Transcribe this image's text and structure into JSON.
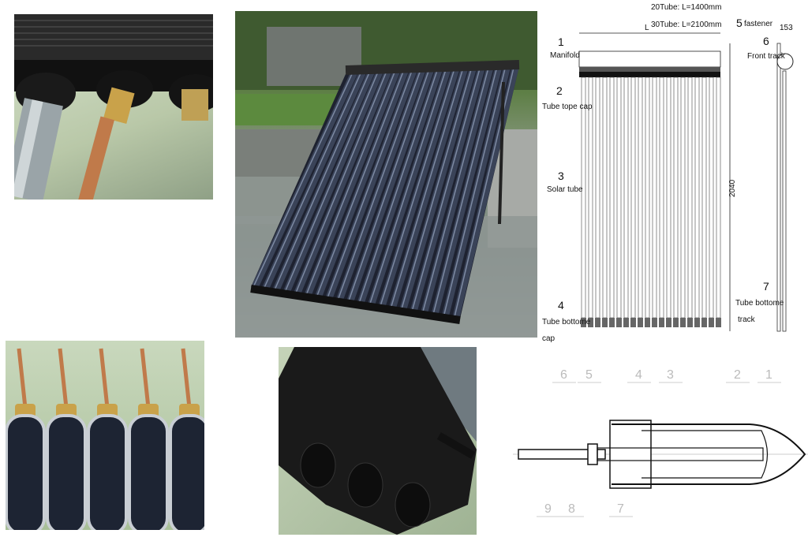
{
  "diagram_front": {
    "dim_20tube": "20Tube: L=1400mm",
    "dim_30tube": "30Tube: L=2100mm",
    "dim_L": "L",
    "dim_height": "2040",
    "dim_depth": "153",
    "parts": [
      {
        "num": "1",
        "label": "Manifold"
      },
      {
        "num": "2",
        "label": "Tube tope cap"
      },
      {
        "num": "3",
        "label": "Solar tube"
      },
      {
        "num": "4",
        "label": "Tube bottome",
        "label2": "cap"
      },
      {
        "num": "5",
        "label": "fastener"
      },
      {
        "num": "6",
        "label": "Front track"
      },
      {
        "num": "7",
        "label": "Tube bottome",
        "label2": "track"
      }
    ]
  },
  "diagram_section": {
    "callouts": [
      "1",
      "2",
      "3",
      "4",
      "5",
      "6",
      "7",
      "8",
      "9"
    ]
  },
  "colors": {
    "copper": "#c07a4a",
    "tube_dark": "#1d2433",
    "brass": "#c9a24a"
  }
}
